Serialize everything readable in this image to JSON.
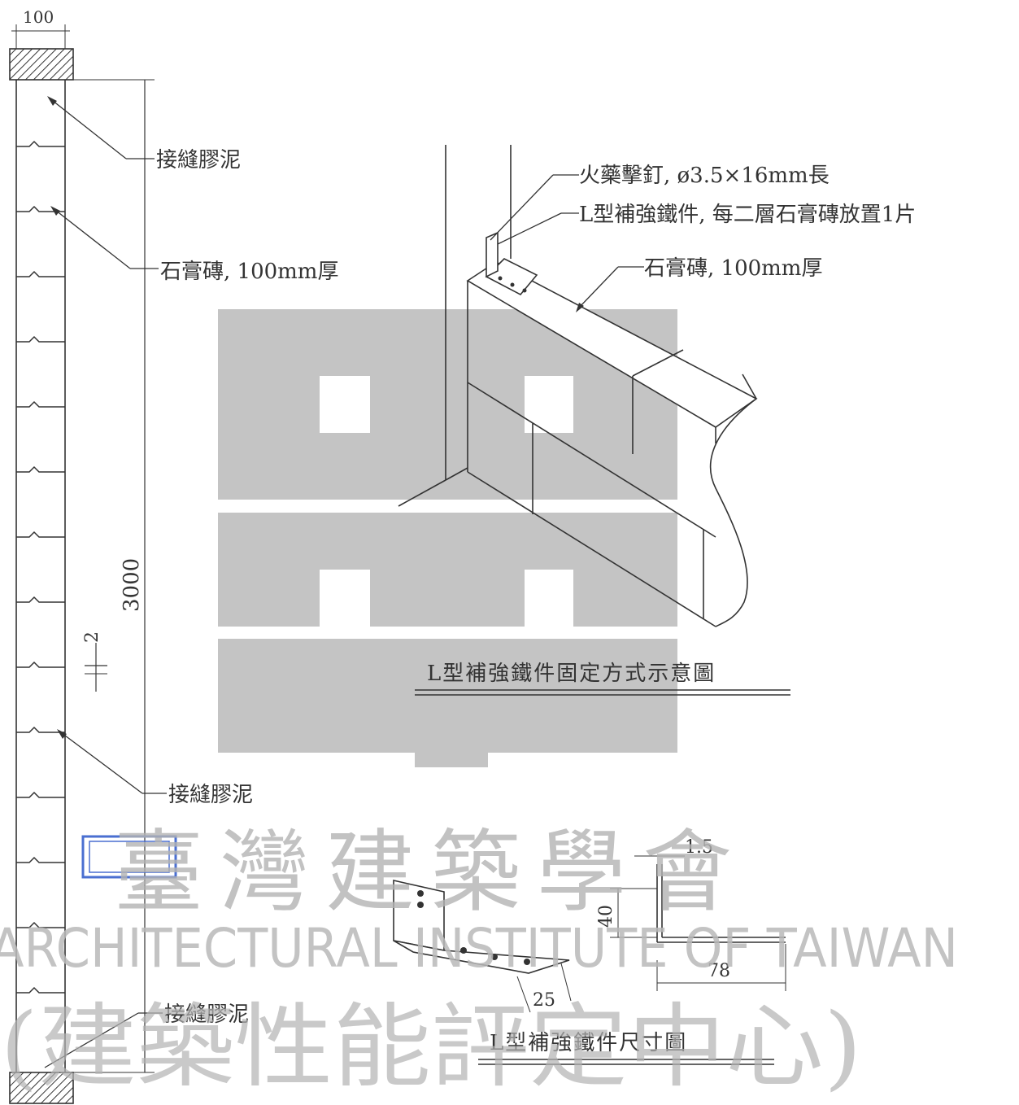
{
  "dims": {
    "wall_thickness": "100",
    "wall_height": "3000",
    "joint_gap": "2",
    "bracket_thickness": "1.5",
    "bracket_height": "40",
    "bracket_length": "78",
    "bracket_width": "25"
  },
  "labels": {
    "joint_mortar_top": "接縫膠泥",
    "gypsum_block_left": "石膏磚, 100mm厚",
    "joint_mortar_mid": "接縫膠泥",
    "joint_mortar_bottom": "接縫膠泥",
    "powder_nail": "火藥擊釘, ø3.5×16mm長",
    "l_bracket_note": "L型補強鐵件, 每二層石膏磚放置1片",
    "gypsum_block_iso": "石膏磚, 100mm厚"
  },
  "titles": {
    "fixing_method": "L型補強鐵件固定方式示意圖",
    "bracket_dimensions": "L型補強鐵件尺寸圖"
  },
  "watermark": {
    "chinese_name": "臺灣建築學會",
    "english_name": "ARCHITECTURAL INSTITUTE OF TAIWAN",
    "subtitle": "(建築性能評定中心)"
  },
  "colors": {
    "line": "#333333",
    "watermark": "#bdbdbd",
    "stamp": "#4a6fd1"
  }
}
